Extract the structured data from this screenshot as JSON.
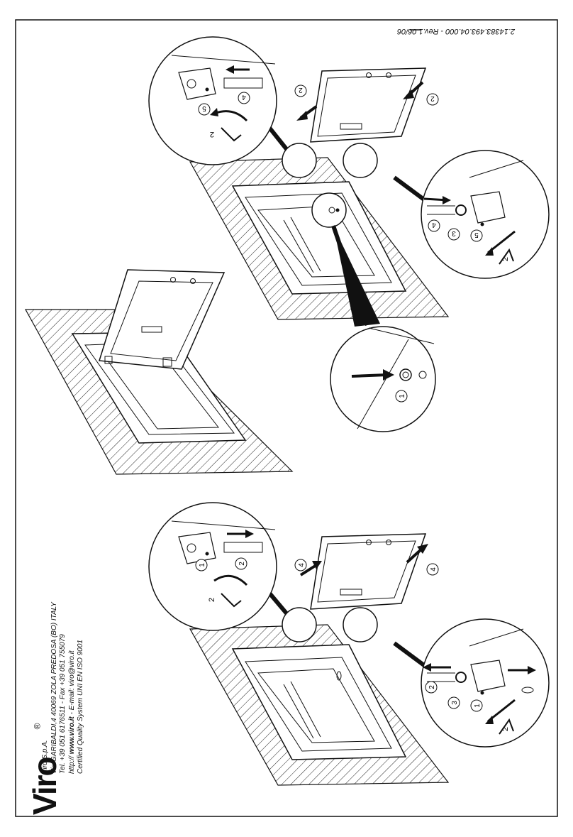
{
  "doc_number": "2.14383.493.04.000 - Rev.1 06/06",
  "brand": {
    "logo_text": "Viro",
    "registered_mark": "®"
  },
  "company": {
    "line1": "Viro S.p.A.",
    "line2": "Via GARIBALDI,4    40069 ZOLA PREDOSA (BO) ITALY",
    "line3": "Tel. +39 051 6176511 - Fax +39 051 755079",
    "line4_prefix": "http:// ",
    "line4_web": "www.viro.it",
    "line4_suffix": " - E-mail: viro@viro.it",
    "line5": "Certified Quality System UNI EN ISO 9001"
  },
  "callouts": {
    "n1": "1",
    "n2": "2",
    "n3": "3",
    "n4": "4",
    "n5": "5"
  },
  "dimension_label": "2"
}
